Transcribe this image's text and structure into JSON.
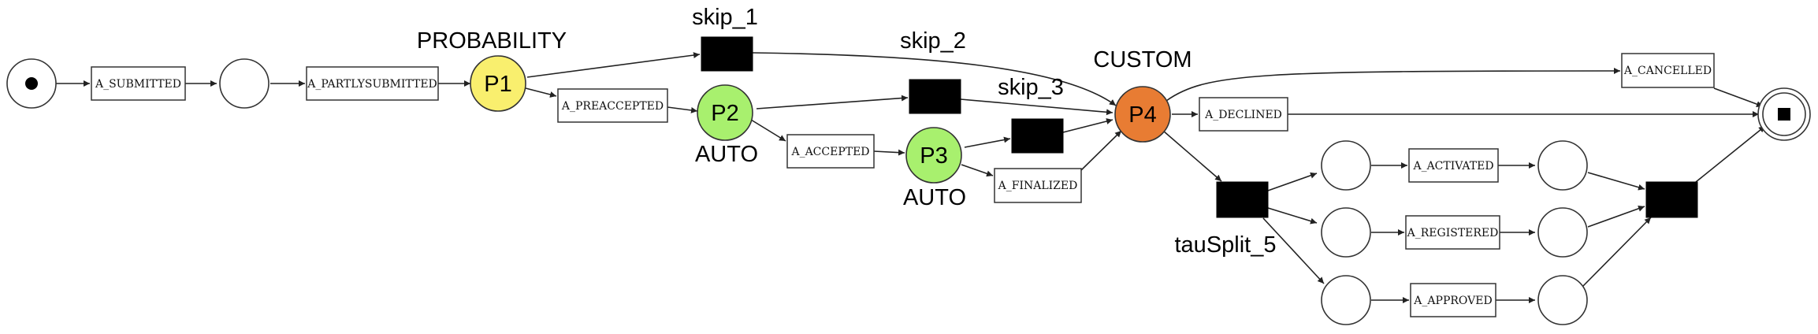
{
  "transitions": {
    "a_submitted": "A_SUBMITTED",
    "a_partlysubmitted": "A_PARTLYSUBMITTED",
    "a_preaccepted": "A_PREACCEPTED",
    "a_accepted": "A_ACCEPTED",
    "a_finalized": "A_FINALIZED",
    "a_cancelled": "A_CANCELLED",
    "a_declined": "A_DECLINED",
    "a_activated": "A_ACTIVATED",
    "a_registered": "A_REGISTERED",
    "a_approved": "A_APPROVED"
  },
  "silent": {
    "skip_1": "skip_1",
    "skip_2": "skip_2",
    "skip_3": "skip_3",
    "tausplit_5": "tauSplit_5"
  },
  "decision_points": {
    "p1": {
      "label": "P1",
      "type": "PROBABILITY",
      "color": "#f9ef6e"
    },
    "p2": {
      "label": "P2",
      "type": "AUTO",
      "color": "#a8f06e"
    },
    "p3": {
      "label": "P3",
      "type": "AUTO",
      "color": "#a8f06e"
    },
    "p4": {
      "label": "P4",
      "type": "CUSTOM",
      "color": "#e87c33"
    }
  }
}
